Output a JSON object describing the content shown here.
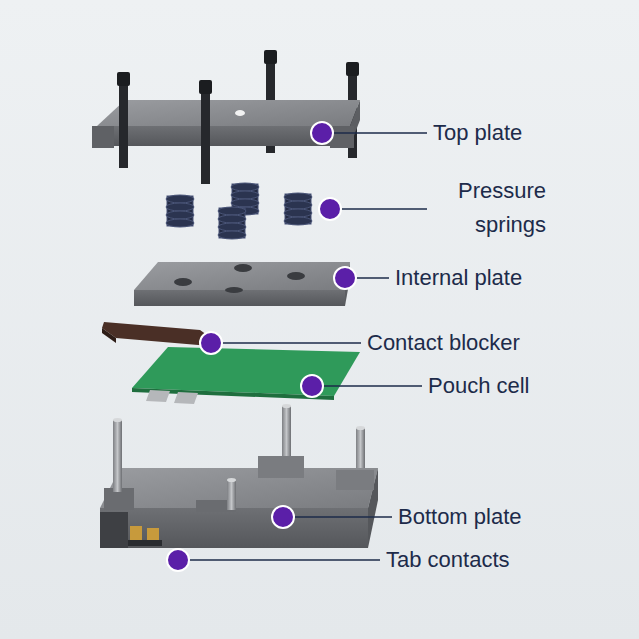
{
  "diagram": {
    "labels": [
      "Top plate",
      "Pressure springs",
      "Internal plate",
      "Contact blocker",
      "Pouch cell",
      "Bottom plate",
      "Tab contacts"
    ]
  }
}
